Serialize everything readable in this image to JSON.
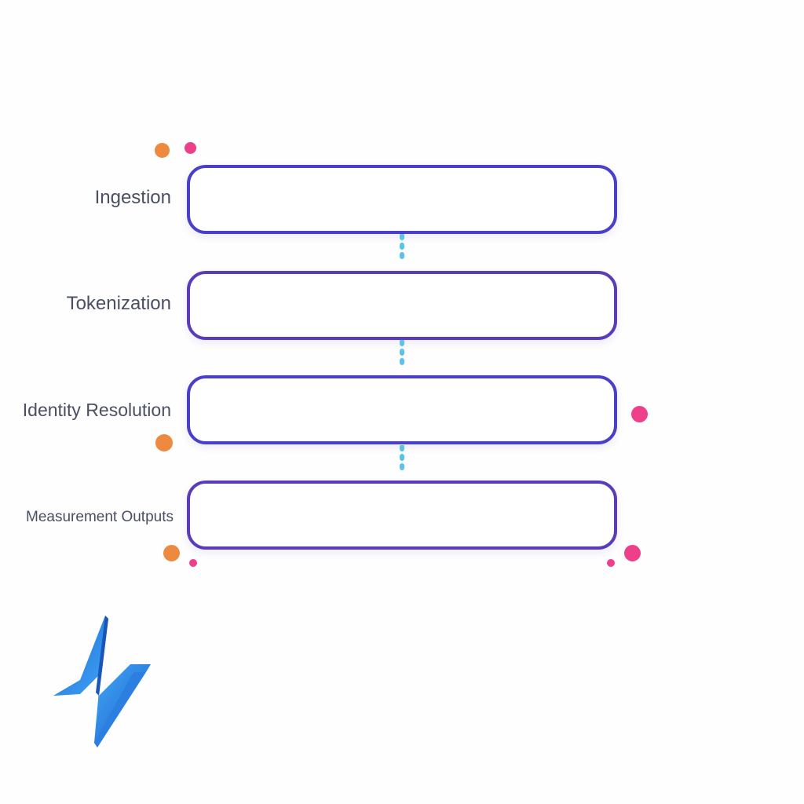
{
  "stages": [
    {
      "label": "Ingestion"
    },
    {
      "label": "Tokenization"
    },
    {
      "label": "Identity Resolution"
    },
    {
      "label": "Measurement Outputs"
    }
  ],
  "colors": {
    "box_border": "#4a3fc8",
    "box_border_alt": "#5a3bb8",
    "connector": "#5bc2ee",
    "accent_orange": "#ee8a40",
    "accent_pink": "#ee3f8a",
    "label_text": "#4a4f63",
    "logo_blue": "#2f8fe8"
  },
  "logo": {
    "icon": "pulse-logo-icon"
  }
}
